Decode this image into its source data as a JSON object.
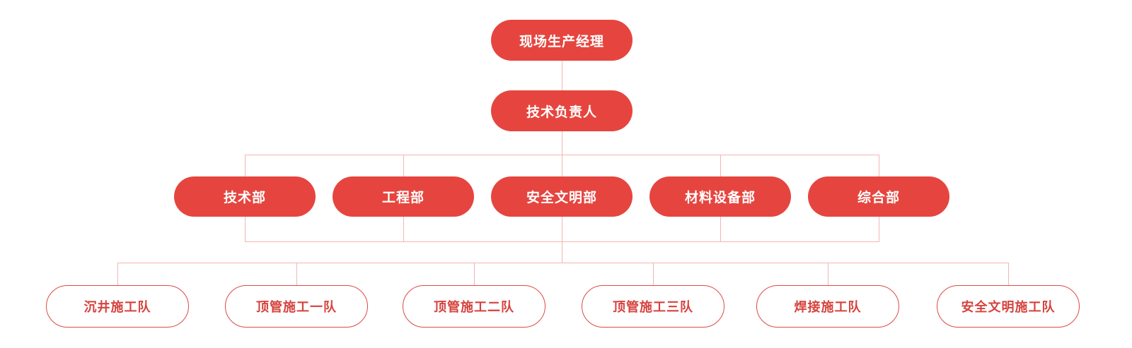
{
  "palette": {
    "node_fill": "#E6453F",
    "node_text": "#FFFFFF",
    "outline_border": "#DB4B45",
    "outline_text": "#D6423D",
    "connector": "#F2B6B3",
    "page_bg": "#FFFFFF"
  },
  "org_chart": {
    "root": {
      "label": "现场生产经理"
    },
    "deputy": {
      "label": "技术负责人"
    },
    "departments": [
      {
        "label": "技术部"
      },
      {
        "label": "工程部"
      },
      {
        "label": "安全文明部"
      },
      {
        "label": "材料设备部"
      },
      {
        "label": "综合部"
      }
    ],
    "teams": [
      {
        "label": "沉井施工队"
      },
      {
        "label": "顶管施工一队"
      },
      {
        "label": "顶管施工二队"
      },
      {
        "label": "顶管施工三队"
      },
      {
        "label": "焊接施工队"
      },
      {
        "label": "安全文明施工队"
      }
    ]
  }
}
